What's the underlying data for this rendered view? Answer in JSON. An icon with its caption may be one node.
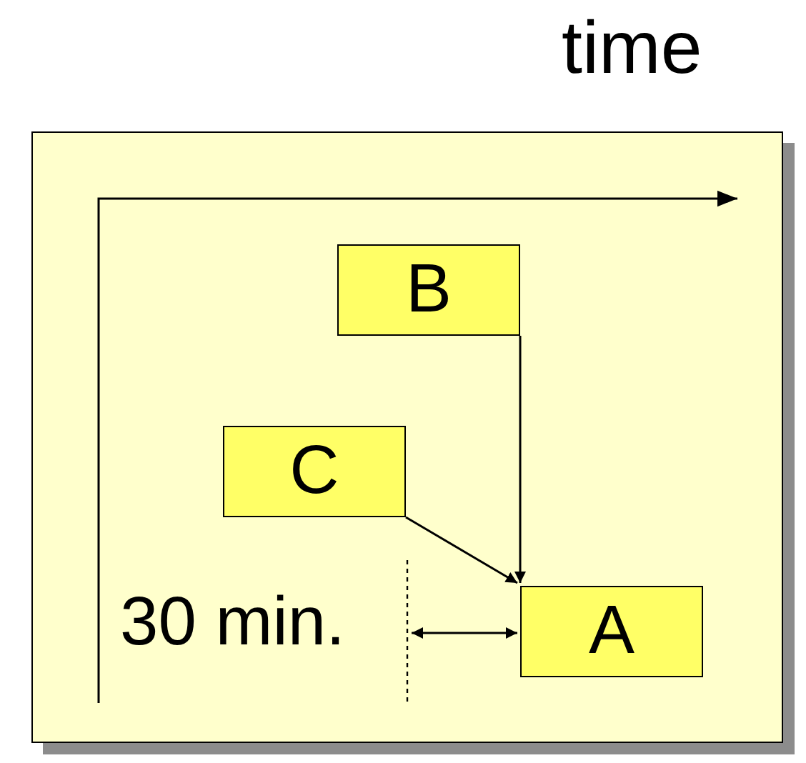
{
  "diagram": {
    "nodes": [
      {
        "text": [],
        "shape": "box"
      },
      {
        "text": [
          "B"
        ],
        "in": 0
      },
      {
        "text": [
          "C"
        ],
        "in": 0
      },
      {
        "text": [
          "A"
        ],
        "in": 0
      }
    ],
    "edges": [
      {
        "from": 1,
        "to": 3,
        "arrow": "to"
      },
      {
        "from": 2,
        "to": 3,
        "arrow": "to"
      }
    ],
    "labels": [
      "time",
      "30 min."
    ]
  }
}
